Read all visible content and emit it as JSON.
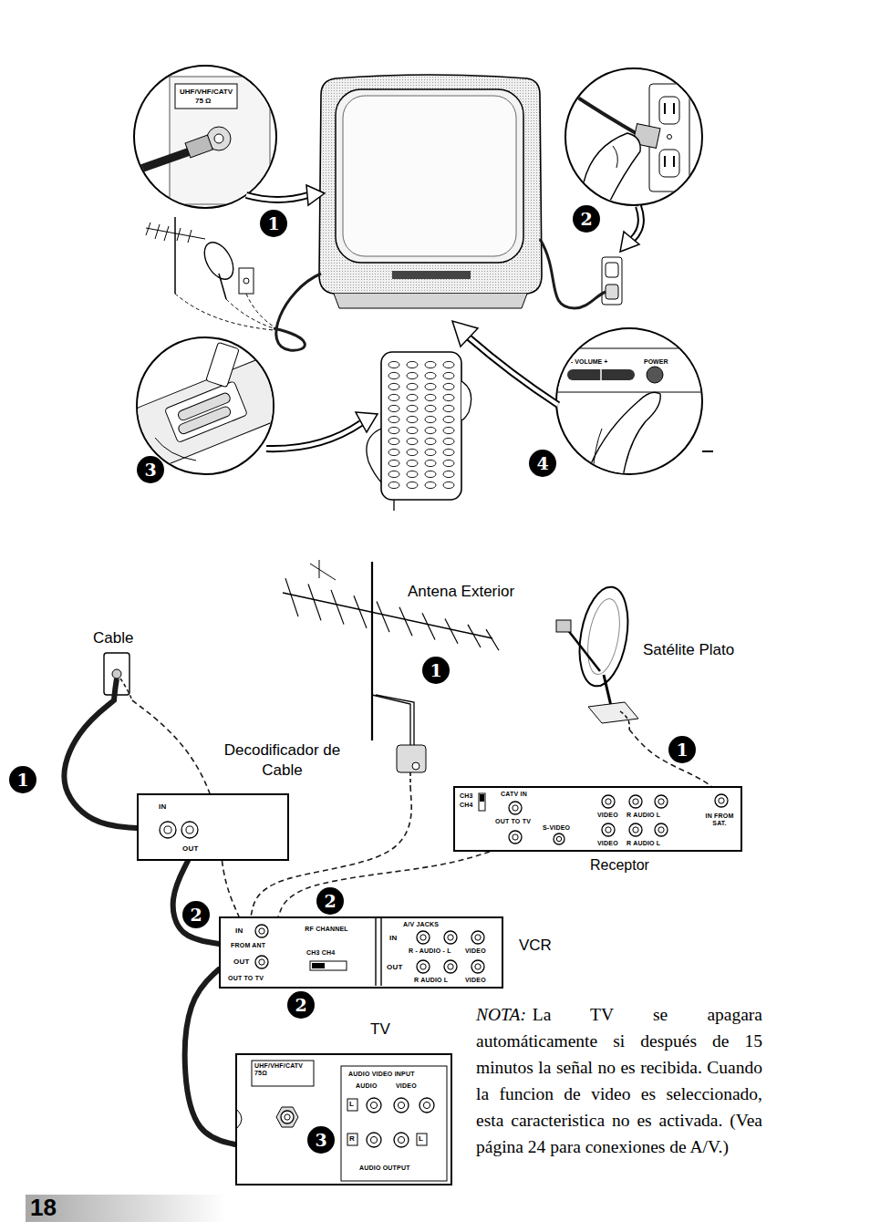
{
  "diagram": {
    "nodes": [
      {
        "text": [
          "Antena Exterior"
        ]
      },
      {
        "text": [
          "Cable"
        ]
      },
      {
        "text": [
          "Satélite Plato"
        ]
      },
      {
        "text": [
          "Decodificador de Cable",
          "IN",
          "OUT"
        ]
      },
      {
        "text": [
          "Receptor",
          "CH3",
          "CH4",
          "CATV IN",
          "OUT TO TV",
          "S-VIDEO",
          "VIDEO",
          "R AUDIO L",
          "VIDEO",
          "R AUDIO L",
          "IN FROM SAT."
        ]
      },
      {
        "text": [
          "VCR",
          "IN",
          "FROM ANT",
          "OUT",
          "OUT TO TV",
          "RF CHANNEL",
          "CH3 CH4",
          "A/V JACKS",
          "IN",
          "R - AUDIO - L",
          "VIDEO",
          "OUT",
          "R AUDIO L",
          "VIDEO"
        ]
      },
      {
        "text": [
          "TV",
          "UHF/VHF/CATV 75Ω",
          "AUDIO VIDEO INPUT",
          "AUDIO",
          "VIDEO",
          "L",
          "R",
          "L",
          "AUDIO OUTPUT"
        ]
      }
    ],
    "edges": [
      {
        "from": 1,
        "to": 3,
        "arrow": "none"
      },
      {
        "from": 3,
        "to": 5,
        "arrow": "none"
      },
      {
        "from": 1,
        "to": 5,
        "arrow": "none"
      },
      {
        "from": 0,
        "to": 5,
        "arrow": "none"
      },
      {
        "from": 2,
        "to": 4,
        "arrow": "none"
      },
      {
        "from": 4,
        "to": 5,
        "arrow": "none"
      },
      {
        "from": 5,
        "to": 6,
        "arrow": "none"
      }
    ],
    "labels": [
      "UHF/VHF/CATV",
      "75 Ω",
      "1",
      "2",
      "3",
      "4",
      "- VOLUME +",
      "POWER",
      "1",
      "1",
      "1",
      "2",
      "2",
      "2",
      "3",
      "NOTA:",
      "La TV se apagara automáticamente si después de 15 minutos la señal no es recibida. Cuando la funcion de video es seleccionado, esta caracteristica no es activada. (Vea página 24 para conexiones de A/V.)",
      "18"
    ]
  }
}
